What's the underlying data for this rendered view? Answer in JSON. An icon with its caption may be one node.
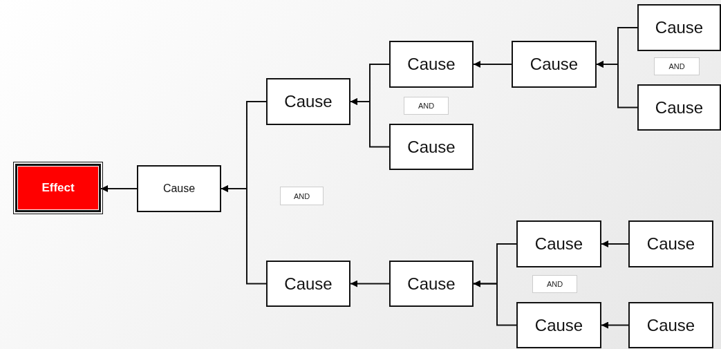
{
  "diagram": {
    "nodes": [
      {
        "text": [
          "Effect"
        ]
      },
      {
        "text": [
          "Cause"
        ]
      },
      {
        "text": [
          "Cause"
        ]
      },
      {
        "text": [
          "Cause"
        ]
      },
      {
        "text": [
          "Cause"
        ]
      },
      {
        "text": [
          "Cause"
        ]
      },
      {
        "text": [
          "AND"
        ]
      },
      {
        "text": [
          "Cause"
        ]
      },
      {
        "text": [
          "AND"
        ]
      },
      {
        "text": [
          "Cause"
        ]
      },
      {
        "text": [
          "AND"
        ]
      },
      {
        "text": [
          "Cause"
        ]
      },
      {
        "text": [
          "Cause"
        ]
      },
      {
        "text": [
          "AND"
        ]
      },
      {
        "text": [
          "Cause"
        ]
      },
      {
        "text": [
          "Cause"
        ]
      },
      {
        "text": [
          "Cause"
        ]
      },
      {
        "text": [
          "Cause"
        ]
      }
    ],
    "edges": [
      {
        "from": 1,
        "to": 0,
        "arrow": "to"
      },
      {
        "from": 2,
        "to": 1,
        "arrow": "to"
      },
      {
        "from": 14,
        "to": 1,
        "arrow": "to"
      },
      {
        "from": 3,
        "to": 2,
        "arrow": "to"
      },
      {
        "from": 9,
        "to": 2,
        "arrow": "to"
      },
      {
        "from": 4,
        "to": 3,
        "arrow": "to"
      },
      {
        "from": 5,
        "to": 4,
        "arrow": "to"
      },
      {
        "from": 7,
        "to": 4,
        "arrow": "to"
      },
      {
        "from": 15,
        "to": 14,
        "arrow": "to"
      },
      {
        "from": 11,
        "to": 15,
        "arrow": "to"
      },
      {
        "from": 16,
        "to": 15,
        "arrow": "to"
      },
      {
        "from": 12,
        "to": 11,
        "arrow": "to"
      },
      {
        "from": 17,
        "to": 16,
        "arrow": "to"
      }
    ]
  }
}
